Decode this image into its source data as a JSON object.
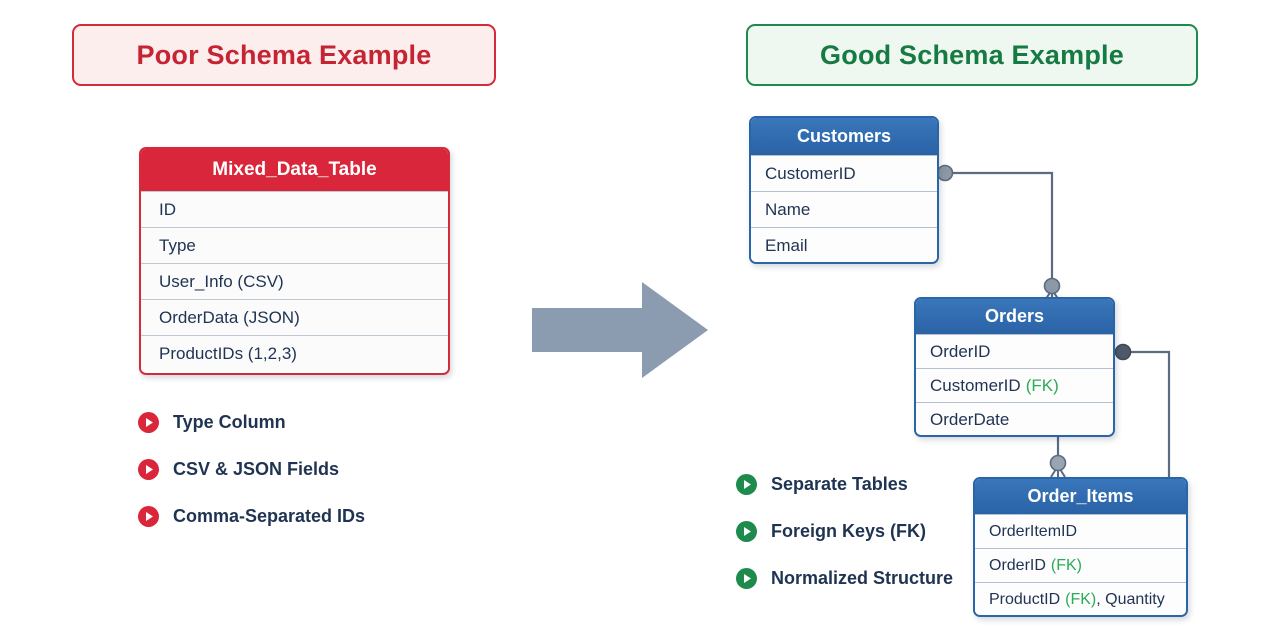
{
  "headers": {
    "poor": "Poor Schema Example",
    "good": "Good Schema Example"
  },
  "colors": {
    "poor_accent": "#d42b3a",
    "poor_header_fill": "#d9263a",
    "poor_pill_bg": "#fdeeee",
    "good_accent": "#1e8a4c",
    "good_pill_bg": "#eef7f0",
    "table_blue": "#2a65a8",
    "fk_green": "#2bab57",
    "text_navy": "#1f3352",
    "arrow_gray": "#8b9cb0",
    "background": "#ffffff"
  },
  "poor": {
    "table": {
      "name": "Mixed_Data_Table",
      "rows": [
        "ID",
        "Type",
        "User_Info (CSV)",
        "OrderData (JSON)",
        "ProductIDs (1,2,3)"
      ]
    },
    "bullets": [
      {
        "icon": "play-circle-icon",
        "label": "Type Column"
      },
      {
        "icon": "play-circle-icon",
        "label": "CSV & JSON Fields"
      },
      {
        "icon": "play-circle-icon",
        "label": "Comma-Separated IDs"
      }
    ]
  },
  "good": {
    "tables": [
      {
        "name": "Customers",
        "rows": [
          {
            "text": "CustomerID",
            "fk": "",
            "suffix": ""
          },
          {
            "text": "Name",
            "fk": "",
            "suffix": ""
          },
          {
            "text": "Email",
            "fk": "",
            "suffix": ""
          }
        ]
      },
      {
        "name": "Orders",
        "rows": [
          {
            "text": "OrderID",
            "fk": "",
            "suffix": ""
          },
          {
            "text": "CustomerID",
            "fk": "(FK)",
            "suffix": ""
          },
          {
            "text": "OrderDate",
            "fk": "",
            "suffix": ""
          }
        ]
      },
      {
        "name": "Order_Items",
        "rows": [
          {
            "text": "OrderItemID",
            "fk": "",
            "suffix": ""
          },
          {
            "text": "OrderID",
            "fk": "(FK)",
            "suffix": ""
          },
          {
            "text": "ProductID",
            "fk": "(FK)",
            "suffix": ", Quantity"
          }
        ]
      }
    ],
    "bullets": [
      {
        "icon": "play-circle-icon",
        "label": "Separate Tables"
      },
      {
        "icon": "play-circle-icon",
        "label": "Foreign Keys (FK)"
      },
      {
        "icon": "play-circle-icon",
        "label": "Normalized Structure"
      }
    ]
  },
  "arrow": {
    "icon": "right-block-arrow-icon",
    "direction": "right"
  },
  "relationships": [
    {
      "from": "Customers.CustomerID",
      "to": "Orders",
      "type": "one-to-many"
    },
    {
      "from": "Orders.OrderID",
      "to": "Order_Items",
      "type": "one-to-many"
    },
    {
      "from": "Orders",
      "to": "Order_Items",
      "type": "one-to-many"
    }
  ]
}
